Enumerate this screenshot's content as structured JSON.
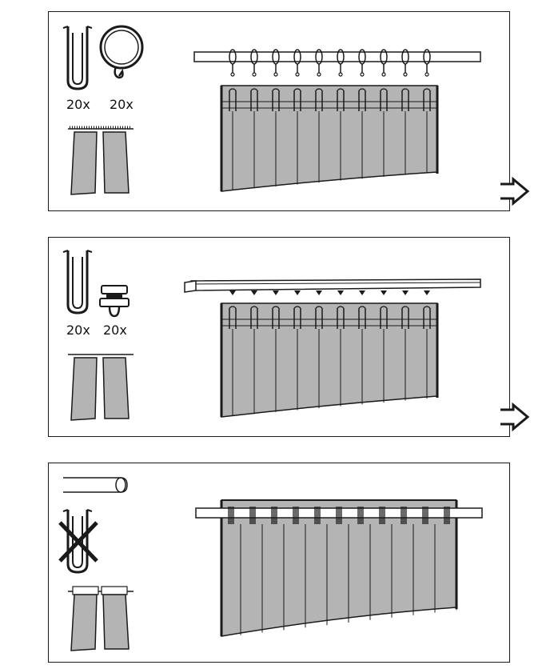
{
  "panels": [
    {
      "id": "panel-rod-rings",
      "hook_count": "20x",
      "ring_count": "20x",
      "has_next_arrow": true
    },
    {
      "id": "panel-track-gliders",
      "hook_count": "20x",
      "glider_count": "20x",
      "has_next_arrow": true
    },
    {
      "id": "panel-rod-through",
      "hooks_crossed_out": true,
      "has_next_arrow": false
    }
  ],
  "colors": {
    "fabric": "#b4b4b4",
    "stroke": "#1a1a1a",
    "background": "#ffffff"
  },
  "icons": [
    "pleat-hook-icon",
    "curtain-ring-icon",
    "track-glider-icon",
    "rod-icon",
    "cross-out-icon",
    "next-step-arrow-icon"
  ]
}
